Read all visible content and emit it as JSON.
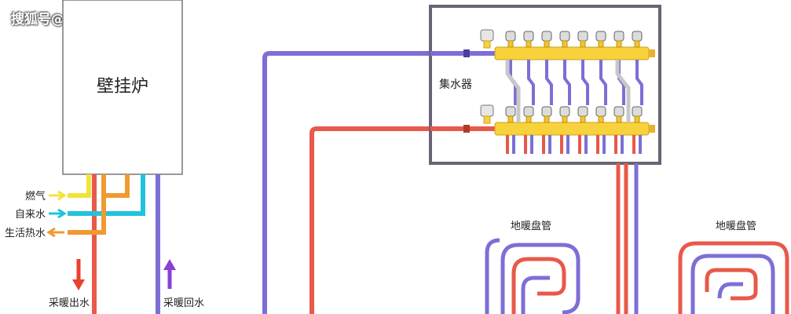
{
  "watermark": "搜狐号@永捷暖通",
  "boiler": {
    "label": "壁挂炉"
  },
  "manifold": {
    "label": "集水器"
  },
  "inputs": {
    "gas": "燃气",
    "tap_water": "自来水",
    "domestic_hot_water": "生活热水"
  },
  "flows": {
    "heating_supply": "采暖出水",
    "heating_return": "采暖回水"
  },
  "coils": {
    "left": "地暖盘管",
    "right": "地暖盘管"
  },
  "colors": {
    "supply_red": "#e8594a",
    "return_purple": "#7c6fd6",
    "gas_yellow": "#f2e33a",
    "tap_cyan": "#1fc4dc",
    "hot_orange": "#f09a32",
    "manifold_yellow": "#f7d23a",
    "frame_gray": "#6a6375"
  }
}
